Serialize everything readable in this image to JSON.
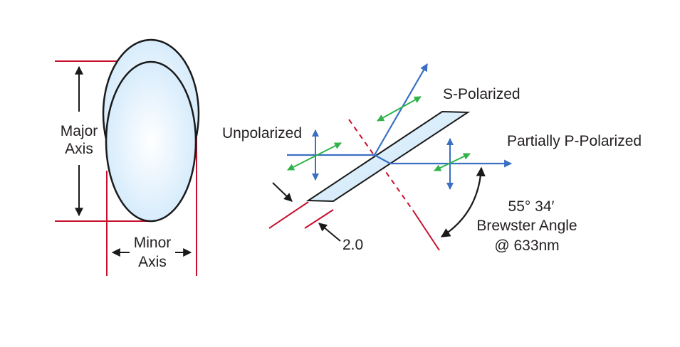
{
  "labels": {
    "major_axis_line1": "Major",
    "major_axis_line2": "Axis",
    "minor_axis_line1": "Minor",
    "minor_axis_line2": "Axis",
    "unpolarized": "Unpolarized",
    "s_polarized": "S-Polarized",
    "partially_p_polarized": "Partially P-Polarized",
    "thickness": "2.0",
    "angle_value": "55° 34′",
    "angle_name": "Brewster Angle",
    "angle_wavelength": "@ 633nm"
  },
  "colors": {
    "dimension_line": "#c8102e",
    "beam": "#3a6fc4",
    "polarization_green": "#2fb34a",
    "polarization_blue": "#3a6fc4",
    "outline": "#1a1a1a",
    "glass_fill": "#dcefff"
  }
}
